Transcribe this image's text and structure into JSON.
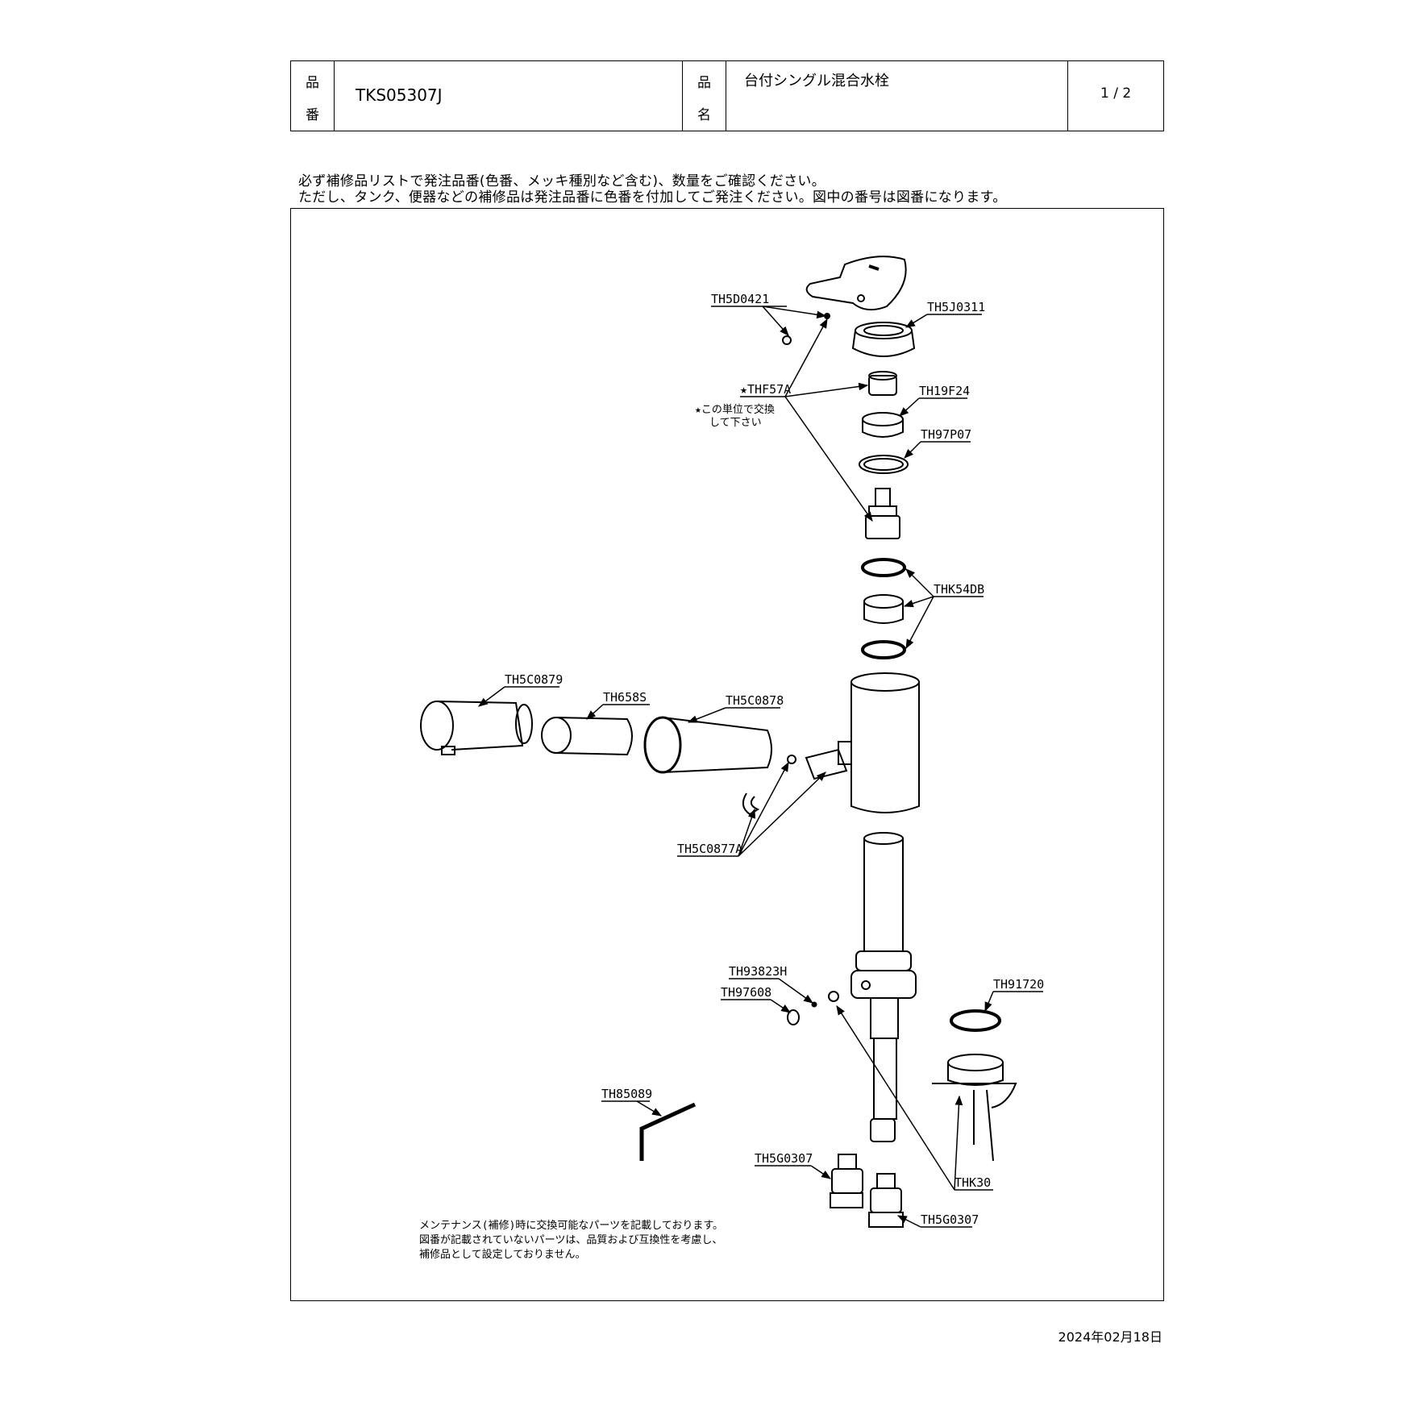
{
  "header": {
    "hinban_label_1": "品",
    "hinban_label_2": "番",
    "hinban_value": "TKS05307J",
    "hinmei_label_1": "品",
    "hinmei_label_2": "名",
    "hinmei_value": "台付シングル混合水栓",
    "page": "1 / 2"
  },
  "notice": {
    "line1": "必ず補修品リストで発注品番(色番、メッキ種別など含む)、数量をご確認ください。",
    "line2": "ただし、タンク、便器などの補修品は発注品番に色番を付加してご発注ください。図中の番号は図番になります。"
  },
  "parts": {
    "th5d0421": "TH5D0421",
    "th5j0311": "TH5J0311",
    "thf57a": "★THF57A",
    "unit_note_1": "★この単位で交換",
    "unit_note_2": "して下さい",
    "th19f24": "TH19F24",
    "th97p07": "TH97P07",
    "thk54db": "THK54DB",
    "th5c0879": "TH5C0879",
    "th658s": "TH658S",
    "th5c0878": "TH5C0878",
    "th5c0877a": "TH5C0877A",
    "th93823h": "TH93823H",
    "th97608": "TH97608",
    "th91720": "TH91720",
    "th85089": "TH85089",
    "th5g0307_a": "TH5G0307",
    "th5g0307_b": "TH5G0307",
    "thk30": "THK30"
  },
  "maintenance_note": {
    "line1": "メンテナンス(補修)時に交換可能なパーツを記載しております。",
    "line2": "図番が記載されていないパーツは、品質および互換性を考慮し、",
    "line3": "補修品として設定しておりません。"
  },
  "footer_date": "2024年02月18日"
}
